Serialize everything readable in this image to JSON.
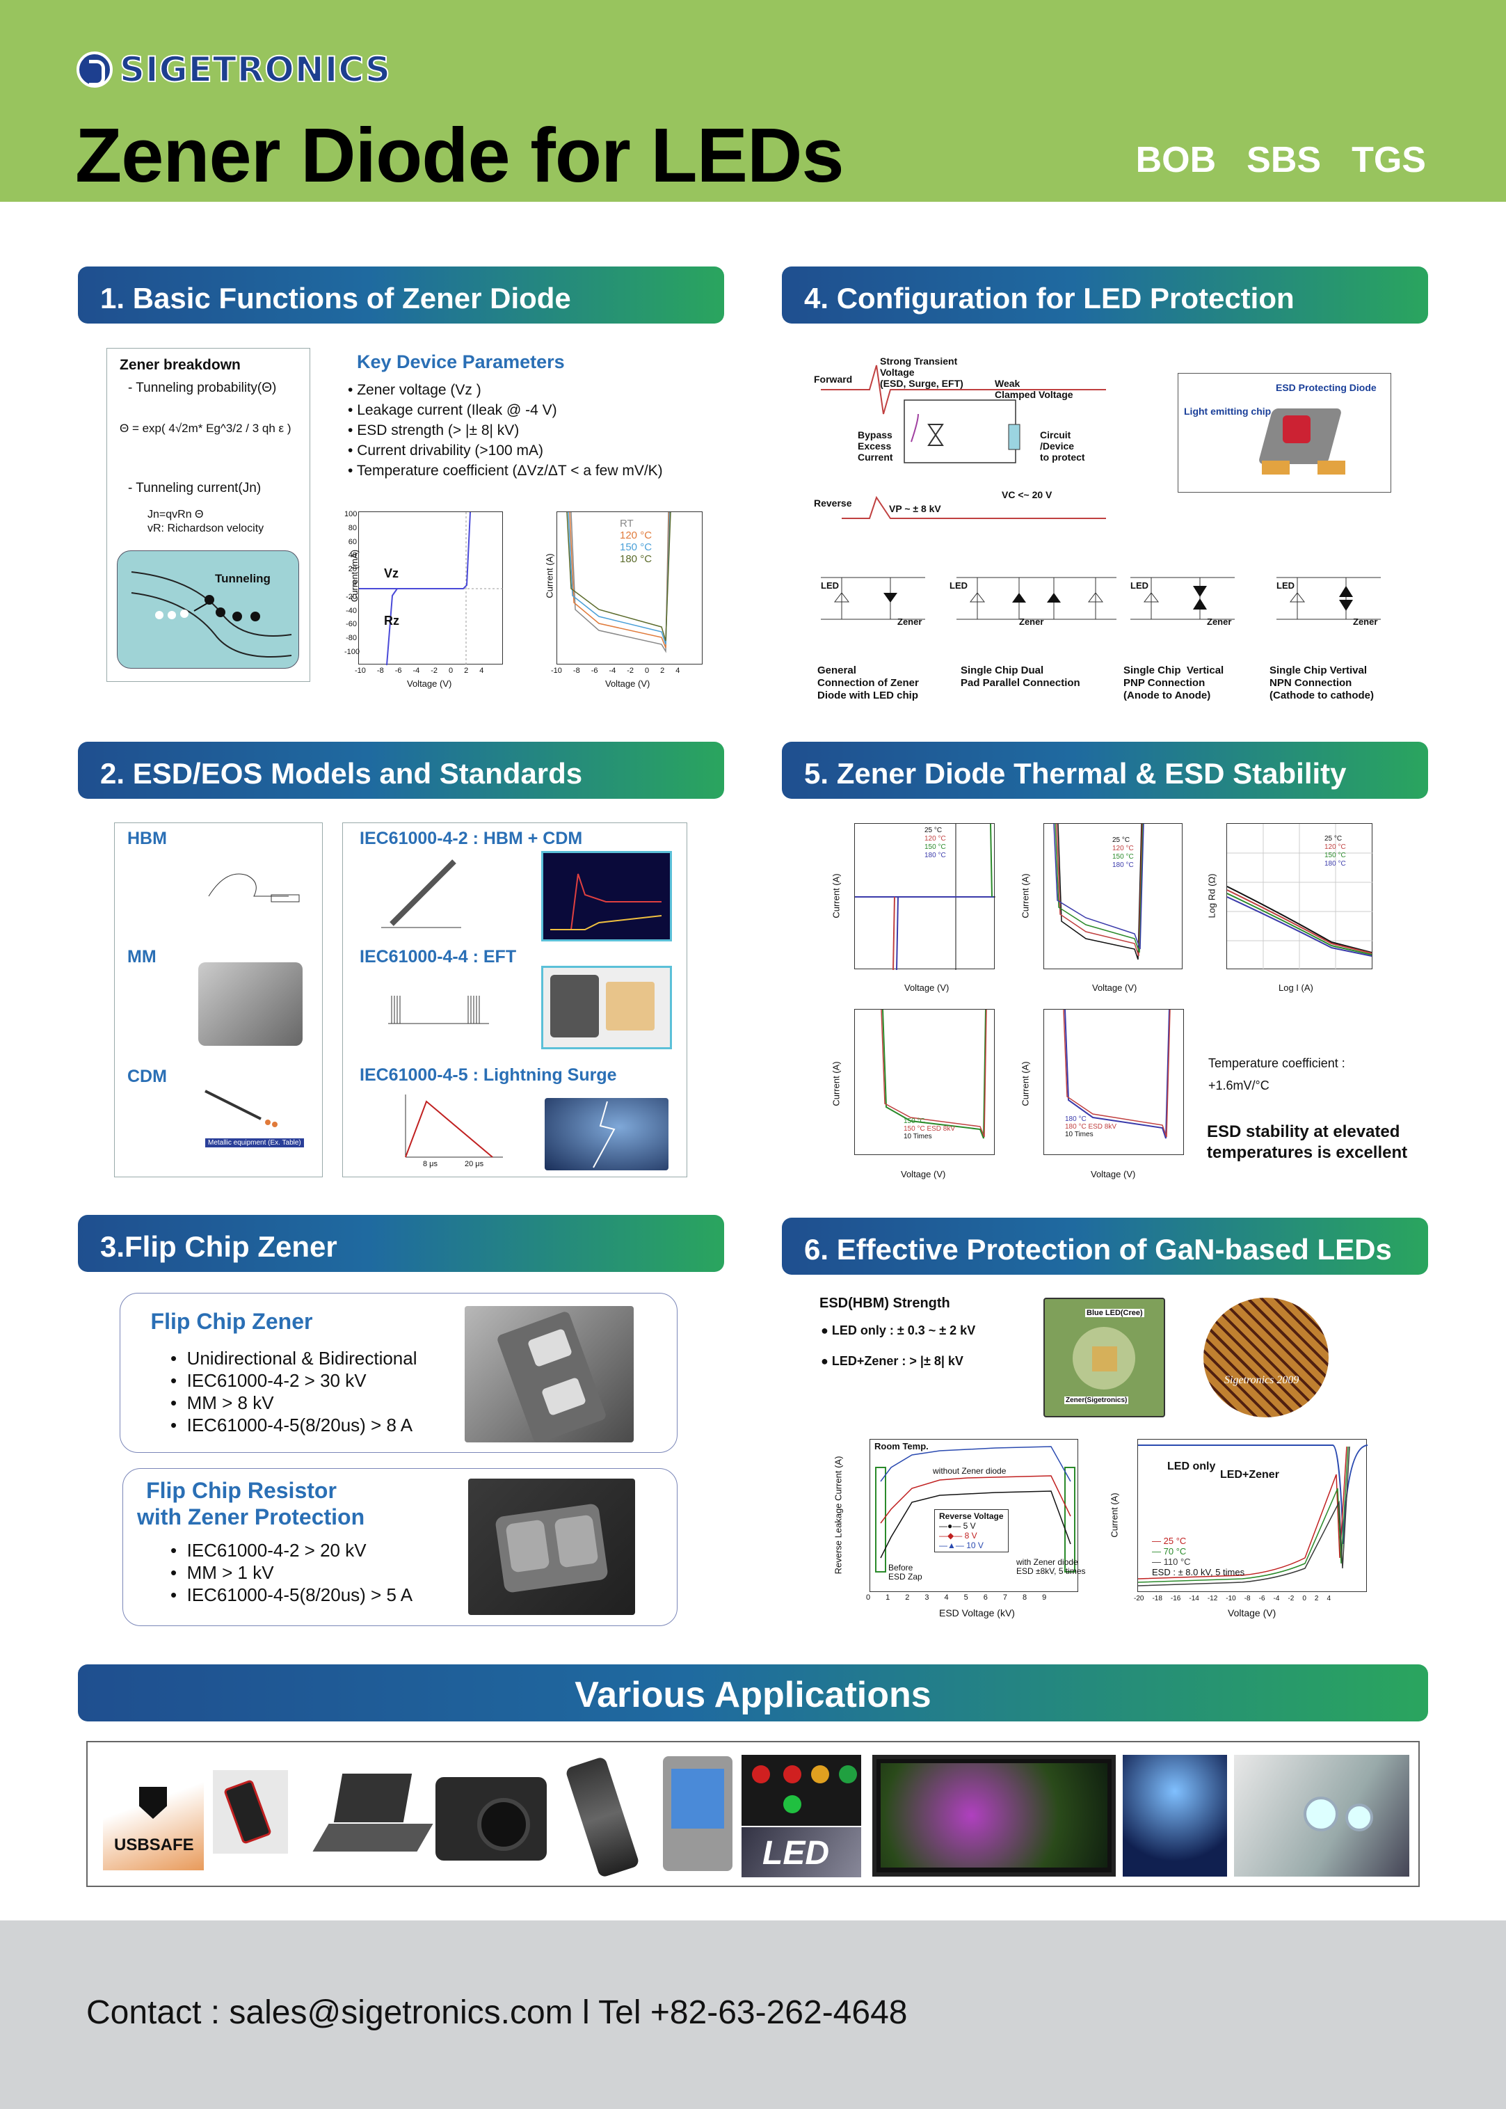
{
  "brand": "SIGETRONICS",
  "title": "Zener Diode for LEDs",
  "codes": [
    "BOB",
    "SBS",
    "TGS"
  ],
  "sections": {
    "s1": "1. Basic Functions of Zener Diode",
    "s2": "2. ESD/EOS Models and Standards",
    "s3": "3.Flip Chip Zener",
    "s4": "4. Configuration for LED Protection",
    "s5": "5. Zener Diode Thermal & ESD Stability",
    "s6": "6. Effective Protection of GaN-based LEDs",
    "apps": "Various Applications"
  },
  "basic": {
    "breakdown_title": "Zener breakdown",
    "tunneling_prob": "- Tunneling probability(Θ)",
    "formula": "Θ = exp( 4√2m* Eg^3/2 / 3 qh ε )",
    "tunneling_current": "- Tunneling current(Jn)",
    "jn": "Jn=qvRn Θ",
    "vr": "vR: Richardson velocity",
    "tunneling": "Tunneling",
    "key_title": "Key Device Parameters",
    "params": [
      "Zener voltage (Vz )",
      "Leakage current (Ileak @ -4 V)",
      "ESD strength (> |± 8| kV)",
      "Current drivability (>100 mA)",
      "Temperature coefficient (ΔVz/ΔT < a few mV/K)"
    ],
    "chart1": {
      "ylabel": "Current (mA)",
      "xlabel": "Voltage (V)",
      "vz": "Vz",
      "rz": "Rz",
      "yticks": [
        "100",
        "80",
        "60",
        "40",
        "20",
        "0",
        "-20",
        "-40",
        "-60",
        "-80",
        "-100"
      ],
      "xticks": [
        "-10",
        "-8",
        "-6",
        "-4",
        "-2",
        "0",
        "2",
        "4"
      ]
    },
    "chart2": {
      "ylabel": "Current (A)",
      "xlabel": "Voltage (V)",
      "legend": [
        "RT",
        "120 °C",
        "150 °C",
        "180 °C"
      ],
      "xticks": [
        "-10",
        "-8",
        "-6",
        "-4",
        "-2",
        "0",
        "2",
        "4"
      ]
    }
  },
  "esd": {
    "hbm": "HBM",
    "mm": "MM",
    "cdm": "CDM",
    "iec1": "IEC61000-4-2 : HBM + CDM",
    "iec2": "IEC61000-4-4 : EFT",
    "iec3": "IEC61000-4-5 : Lightning Surge",
    "iec3_ticks": [
      "8 μs",
      "20 μs"
    ],
    "cdm_caption": "Metallic equipment (Ex. Table)"
  },
  "flip": {
    "card1_title": "Flip Chip Zener",
    "card1_items": [
      "Unidirectional & Bidirectional",
      "IEC61000-4-2 > 30 kV",
      "MM > 8 kV",
      "IEC61000-4-5(8/20us) > 8 A"
    ],
    "card2_title": "Flip Chip Resistor\nwith Zener Protection",
    "card2_items": [
      "IEC61000-4-2 > 20 kV",
      "MM > 1 kV",
      "IEC61000-4-5(8/20us) > 5 A"
    ]
  },
  "config": {
    "forward": "Forward",
    "reverse": "Reverse",
    "strong": "Strong Transient\nVoltage\n(ESD, Surge, EFT)",
    "weak": "Weak\nClamped Voltage",
    "bypass": "Bypass\nExcess\nCurrent",
    "circuit": "Circuit\n/Device\nto protect",
    "vp": "VP ~ ± 8 kV",
    "vc": "VC <~ 20 V",
    "esd_diode": "ESD Protecting Diode",
    "led_chip": "Light emitting chip",
    "configs": [
      {
        "caption": "General\nConnection of Zener\nDiode with LED chip"
      },
      {
        "caption": "Single Chip Dual\nPad Parallel Connection"
      },
      {
        "caption": "Single Chip  Vertical\nPNP Connection\n(Anode to Anode)"
      },
      {
        "caption": "Single Chip Vertival\nNPN Connection\n(Cathode to cathode)"
      }
    ],
    "led": "LED",
    "zener": "Zener"
  },
  "thermal": {
    "legend": [
      "25 °C",
      "120 °C",
      "150 °C",
      "180 °C"
    ],
    "xlabel": "Voltage (V)",
    "ylabel": "Current (A)",
    "log_xlabel": "Log I (A)",
    "log_ylabel": "Log Rd (Ω)",
    "esd_legend1": [
      "150 °C",
      "150 °C ESD 8kV",
      "10 Times"
    ],
    "esd_legend2": [
      "180 °C",
      "180 °C ESD 8kV",
      "10 Times"
    ],
    "temp_coef_label": "Temperature coefficient :",
    "temp_coef_value": "+1.6mV/°C",
    "stability": "ESD stability at elevated\ntemperatures is excellent"
  },
  "gan": {
    "strength_title": "ESD(HBM) Strength",
    "led_only": "● LED only : ± 0.3 ~ ± 2 kV",
    "led_zener": "● LED+Zener : > |± 8| kV",
    "blue_led": "Blue LED(Cree)",
    "zener_sig": "Zener(Sigetronics)",
    "wafer": "Sigetronics 2009",
    "chart1": {
      "title": "Room Temp.",
      "without": "without Zener diode",
      "with": "with Zener diode\nESD ±8kV, 5 times",
      "before": "Before\nESD Zap",
      "legend_title": "Reverse Voltage",
      "legend": [
        "5 V",
        "8 V",
        "10 V"
      ],
      "xlabel": "ESD Voltage (kV)",
      "ylabel": "Reverse Leakage Current (A)",
      "xticks": [
        "0",
        "1",
        "2",
        "3",
        "4",
        "5",
        "6",
        "7",
        "8",
        "9"
      ]
    },
    "chart2": {
      "led_only": "LED only",
      "led_zener": "LED+Zener",
      "legend": [
        "25 °C",
        "70 °C",
        "110 °C"
      ],
      "esd": "ESD : ± 8.0 kV, 5 times",
      "xlabel": "Voltage (V)",
      "ylabel": "Current (A)",
      "xticks": [
        "-20",
        "-18",
        "-16",
        "-14",
        "-12",
        "-10",
        "-8",
        "-6",
        "-4",
        "-2",
        "0",
        "2",
        "4"
      ]
    }
  },
  "apps": {
    "usb": "USBSAFE",
    "led_sign": "LED"
  },
  "contact": "Contact : sales@sigetronics.com   l Tel  +82-63-262-4648",
  "colors": {
    "header": "#98c45e",
    "band_start": "#1f4f8f",
    "band_end": "#2aa55e",
    "footer": "#d1d3d5",
    "key_blue": "#2a6fb5"
  }
}
